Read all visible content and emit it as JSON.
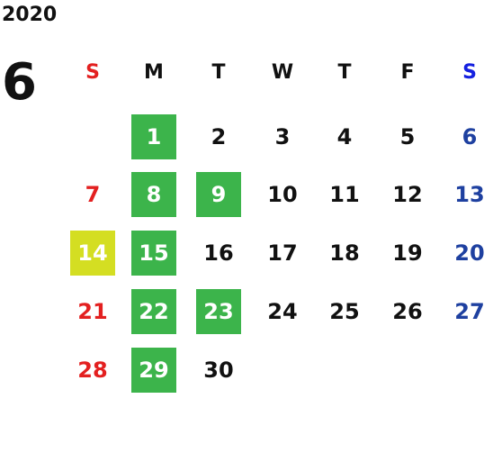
{
  "header": {
    "year": "2020",
    "month": "6"
  },
  "colors": {
    "sunday": "#e32020",
    "saturday": "#1e40a0",
    "weekday": "#111111",
    "highlight_green": "#3cb44b",
    "highlight_yellow": "#d4de22",
    "highlight_text": "#ffffff",
    "header_saturday": "#1420e0"
  },
  "weekdays": [
    "S",
    "M",
    "T",
    "W",
    "T",
    "F",
    "S"
  ],
  "weeks": [
    [
      null,
      {
        "d": "1",
        "hl": "green"
      },
      {
        "d": "2"
      },
      {
        "d": "3"
      },
      {
        "d": "4"
      },
      {
        "d": "5"
      },
      {
        "d": "6"
      }
    ],
    [
      {
        "d": "7"
      },
      {
        "d": "8",
        "hl": "green"
      },
      {
        "d": "9",
        "hl": "green"
      },
      {
        "d": "10"
      },
      {
        "d": "11"
      },
      {
        "d": "12"
      },
      {
        "d": "13"
      }
    ],
    [
      {
        "d": "14",
        "hl": "yellow"
      },
      {
        "d": "15",
        "hl": "green"
      },
      {
        "d": "16"
      },
      {
        "d": "17"
      },
      {
        "d": "18"
      },
      {
        "d": "19"
      },
      {
        "d": "20"
      }
    ],
    [
      {
        "d": "21"
      },
      {
        "d": "22",
        "hl": "green"
      },
      {
        "d": "23",
        "hl": "green"
      },
      {
        "d": "24"
      },
      {
        "d": "25"
      },
      {
        "d": "26"
      },
      {
        "d": "27"
      }
    ],
    [
      {
        "d": "28"
      },
      {
        "d": "29",
        "hl": "green"
      },
      {
        "d": "30"
      },
      null,
      null,
      null,
      null
    ]
  ]
}
